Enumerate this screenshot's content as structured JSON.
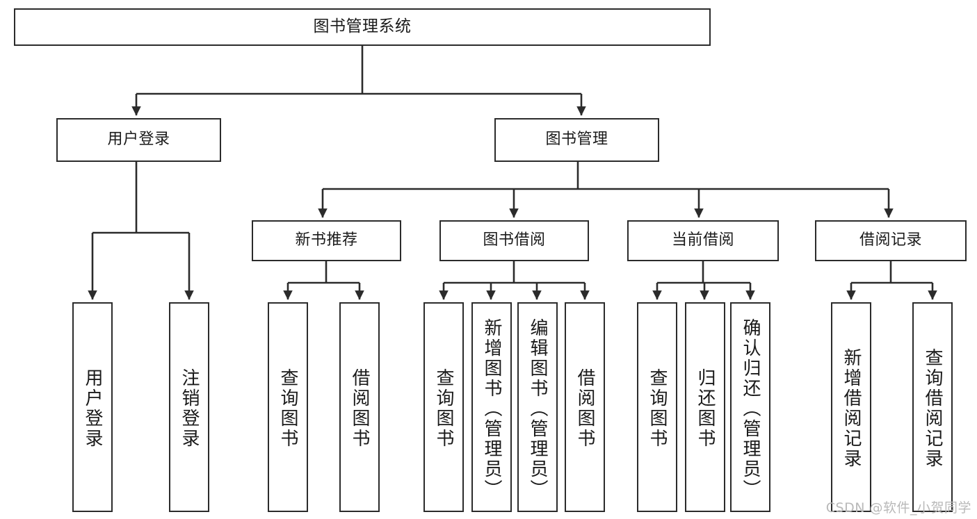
{
  "diagram": {
    "title": "图书管理系统",
    "watermark": "CSDN @软件_小贺同学",
    "line_color": "#2b2b2b",
    "box_fill": "#ffffff",
    "text_color": "#1a1a1a",
    "watermark_color": "#b9b9b9"
  },
  "nodes": {
    "root": {
      "label": "图书管理系统"
    },
    "l2": [
      {
        "label": "用户登录"
      },
      {
        "label": "图书管理"
      }
    ],
    "l3": [
      {
        "label": "新书推荐"
      },
      {
        "label": "图书借阅"
      },
      {
        "label": "当前借阅"
      },
      {
        "label": "借阅记录"
      }
    ],
    "leaves_user_login": [
      {
        "label": "用户登录"
      },
      {
        "label": "注销登录"
      }
    ],
    "leaves_new_book": [
      {
        "label": "查询图书"
      },
      {
        "label": "借阅图书"
      }
    ],
    "leaves_borrow": [
      {
        "label": "查询图书"
      },
      {
        "label": "新增图书（管理员）"
      },
      {
        "label": "编辑图书（管理员）"
      },
      {
        "label": "借阅图书"
      }
    ],
    "leaves_current": [
      {
        "label": "查询图书"
      },
      {
        "label": "归还图书"
      },
      {
        "label": "确认归还（管理员）"
      }
    ],
    "leaves_record": [
      {
        "label": "新增借阅记录"
      },
      {
        "label": "查询借阅记录"
      }
    ]
  }
}
